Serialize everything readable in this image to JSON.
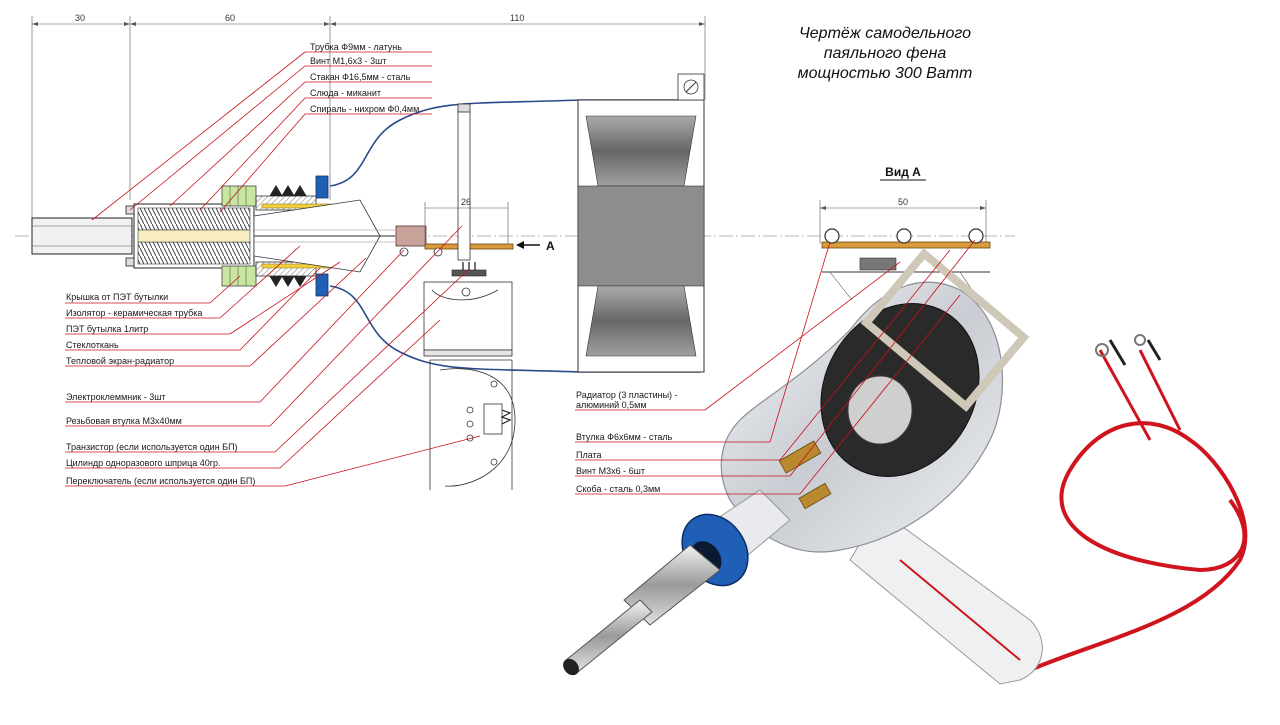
{
  "title": {
    "line1": "Чертёж самодельного",
    "line2": "паяльного фена",
    "line3": "мощностью 300 Ватт"
  },
  "dimensions": {
    "d30": "30",
    "d60": "60",
    "d110": "110",
    "d26": "26",
    "d50": "50"
  },
  "view_a": {
    "heading": "Вид А",
    "arrow_label": "A"
  },
  "labels_top": [
    "Трубка Ф9мм - латунь",
    "Винт М1,6х3 - 3шт",
    "Стакан Ф16,5мм - сталь",
    "Слюда - миканит",
    "Спираль - нихром Ф0,4мм"
  ],
  "labels_bottom": [
    "Крышка от ПЭТ бутылки",
    "Изолятор - керамическая трубка",
    "ПЭТ бутылка 1литр",
    "Стеклоткань",
    "Тепловой экран-радиатор",
    "Электроклеммник - 3шт",
    "Резьбовая втулка М3х40мм",
    "Транзистор (если используется один БП)",
    "Цилиндр одноразового  шприца 40гр.",
    "Переключатель (если используется один БП)"
  ],
  "labels_right": {
    "radiator_line1": "Радиатор (3 пластины) -",
    "radiator_line2": "алюминий 0,5мм",
    "bushing": "Втулка Ф6х6мм - сталь",
    "board": "Плата",
    "screw": "Винт М3х6 - 6шт",
    "bracket": "Скоба - сталь 0,3мм"
  },
  "colors": {
    "leader": "#c8101a",
    "bottle_outline": "#2a4a8a",
    "nut_blue": "#1f5fb5",
    "cap_green": "#c8e6a0",
    "board_orange": "#d89a3a",
    "fan_gray": "#888888",
    "wire_red": "#d0141e"
  }
}
